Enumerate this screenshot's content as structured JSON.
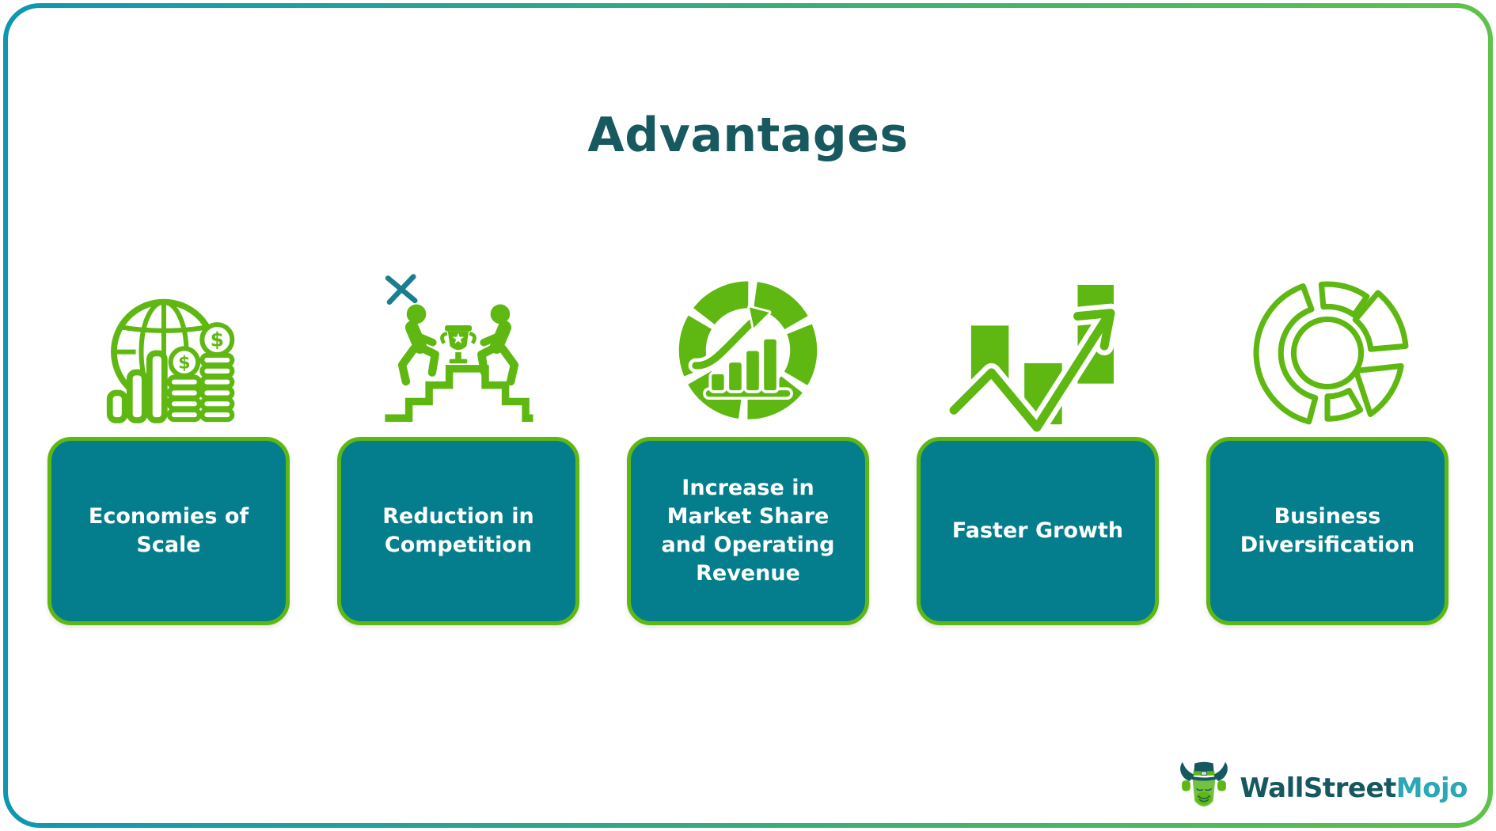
{
  "title": "Advantages",
  "theme": {
    "green": "#5eb811",
    "box_teal": "#047e8c",
    "title_color": "#17595e",
    "x_mark": "#1b7e8f",
    "frame_gradient_start": "#0f97b1",
    "frame_gradient_end": "#5fc24a",
    "logo_dark": "#155860",
    "logo_accent": "#2aa8b5",
    "logo_face": "#72c13f"
  },
  "cards": [
    {
      "label": "Economies of\nScale",
      "icon": "globe-coins-icon"
    },
    {
      "label": "Reduction in\nCompetition",
      "icon": "competition-stairs-trophy-icon"
    },
    {
      "label": "Increase in\nMarket Share\nand Operating\nRevenue",
      "icon": "market-share-donut-chart-icon"
    },
    {
      "label": "Faster Growth",
      "icon": "growth-bars-arrow-icon"
    },
    {
      "label": "Business\nDiversification",
      "icon": "diversification-pie-icon"
    }
  ],
  "logo": {
    "primary": "WallStreet",
    "secondary": "Mojo"
  }
}
